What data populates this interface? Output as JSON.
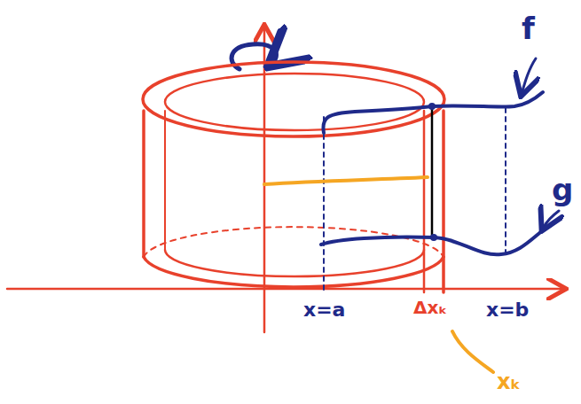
{
  "diagram": {
    "labels": [
      "f",
      "g",
      "x=a",
      "Δxₖ",
      "x=b",
      "xₖ"
    ]
  }
}
